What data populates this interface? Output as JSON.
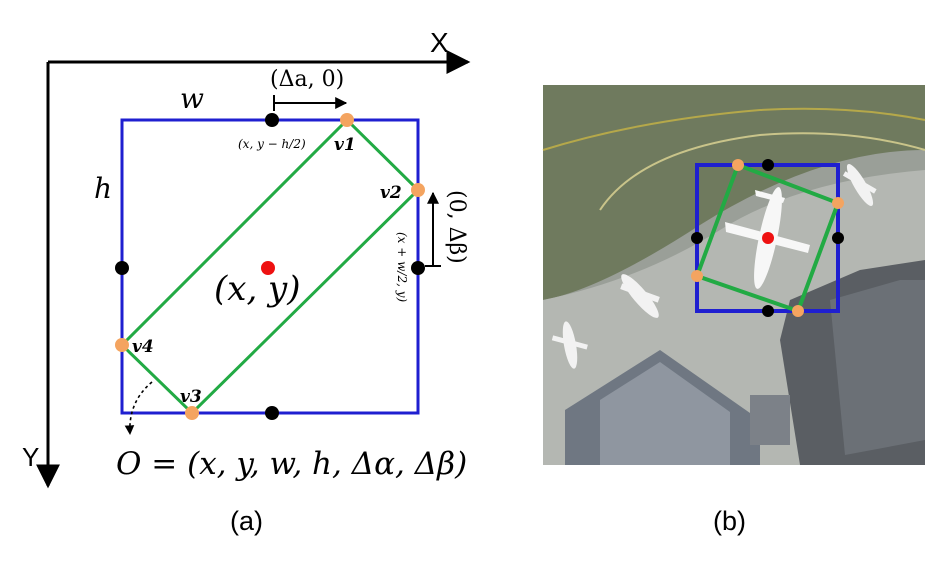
{
  "axes": {
    "x_label": "X",
    "y_label": "Y"
  },
  "labels": {
    "w": "w",
    "h": "h",
    "delta_a": "(Δa, 0)",
    "delta_b": "(0, Δβ)",
    "top_mid": "(x, y − h/2)",
    "right_mid": "(x + w/2, y)",
    "center": "(x, y)",
    "v1": "v1",
    "v2": "v2",
    "v3": "v3",
    "v4": "v4",
    "formula": "O = (x, y, w, h, Δα, Δβ)"
  },
  "captions": {
    "a": "(a)",
    "b": "(b)"
  },
  "colors": {
    "box": "#1f1fd0",
    "polygon": "#22aa44",
    "vertex": "#f4a460",
    "midpoint": "#000000",
    "center": "#ee1111"
  }
}
